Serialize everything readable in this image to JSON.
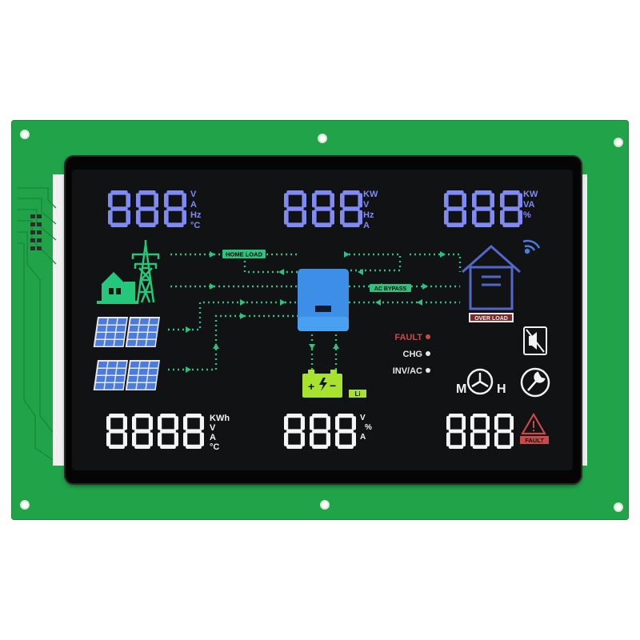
{
  "colors": {
    "digit": "#7f8af2",
    "digit_white": "#f4f4f6",
    "green": "#25c77a",
    "flow": "#2ec27e",
    "blue": "#4a7ce0",
    "inverter": "#3c8ee6",
    "battery": "#a6e22e",
    "red": "#c94a48",
    "house": "#5367c9",
    "white": "#f2f2f2"
  },
  "top_left": {
    "digits": "888",
    "units": [
      "V",
      "A",
      "Hz",
      "°C"
    ]
  },
  "top_center": {
    "digits": "888",
    "units": [
      "KW",
      "V",
      "Hz",
      "A"
    ]
  },
  "top_right": {
    "digits": "888",
    "units": [
      "KW",
      "VA",
      "%"
    ]
  },
  "bottom_left": {
    "digits": "8888",
    "units": [
      "KWh",
      "V",
      "A",
      "°C"
    ]
  },
  "bottom_center": {
    "digits": "888",
    "units": [
      "V",
      "%",
      "A"
    ]
  },
  "bottom_right": {
    "digits": "888"
  },
  "labels": {
    "home_load": "HOME LOAD",
    "ac_bypass": "AC BYPASS",
    "over_load": "OVER LOAD",
    "fault_badge": "FAULT",
    "li": "Li"
  },
  "indicators": [
    {
      "label": "FAULT",
      "color": "#c94a48"
    },
    {
      "label": "CHG",
      "color": "#e8e8ea"
    },
    {
      "label": "INV/AC",
      "color": "#e8e8ea"
    }
  ],
  "mode_left": "M",
  "mode_right": "H",
  "battery_symbols": {
    "plus": "+",
    "minus": "−"
  },
  "icons": [
    "transmission-tower-icon",
    "home-grid-icon",
    "solar-panel-icon",
    "inverter-icon",
    "battery-icon",
    "house-icon",
    "wifi-icon",
    "mute-icon",
    "clock-icon",
    "wrench-icon",
    "warning-icon"
  ]
}
